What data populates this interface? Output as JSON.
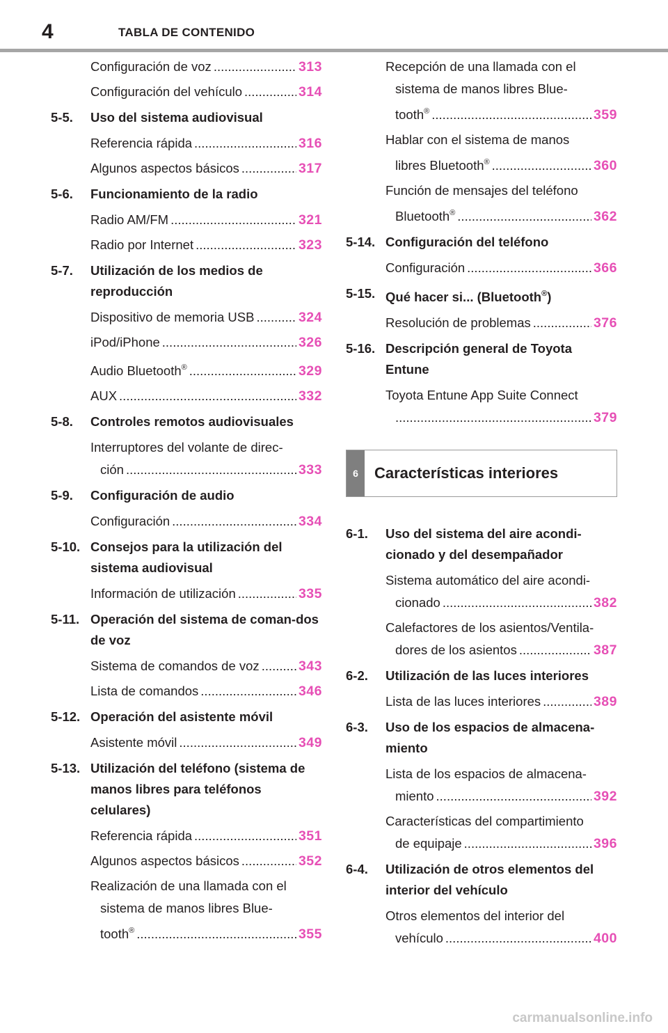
{
  "header": {
    "page_number": "4",
    "title": "TABLA DE CONTENIDO"
  },
  "left": {
    "e1": {
      "text": "Configuración de voz",
      "page": "313"
    },
    "e2": {
      "text": "Configuración del vehículo",
      "page": "314"
    },
    "s55": {
      "num": "5-5.",
      "title": "Uso del sistema audiovisual"
    },
    "e3": {
      "text": "Referencia rápida",
      "page": "316"
    },
    "e4": {
      "text": "Algunos aspectos básicos",
      "page": "317"
    },
    "s56": {
      "num": "5-6.",
      "title": "Funcionamiento de la radio"
    },
    "e5": {
      "text": "Radio AM/FM",
      "page": "321"
    },
    "e6": {
      "text": "Radio por Internet",
      "page": "323"
    },
    "s57": {
      "num": "5-7.",
      "title": "Utilización de los medios de reproducción"
    },
    "e7": {
      "text": "Dispositivo de memoria USB",
      "page": "324"
    },
    "e8": {
      "text": "iPod/iPhone",
      "page": "326"
    },
    "e9": {
      "text": "Audio Bluetooth",
      "sup": "®",
      "page": "329"
    },
    "e10": {
      "text": "AUX",
      "page": "332"
    },
    "s58": {
      "num": "5-8.",
      "title": "Controles remotos audiovisuales"
    },
    "e11": {
      "line1": "Interruptores del volante de direc-",
      "line2": "ción",
      "page": "333"
    },
    "s59": {
      "num": "5-9.",
      "title": "Configuración de audio"
    },
    "e12": {
      "text": "Configuración",
      "page": "334"
    },
    "s510": {
      "num": "5-10.",
      "title": "Consejos para la utilización del sistema audiovisual"
    },
    "e13": {
      "text": "Información de utilización",
      "page": "335"
    },
    "s511": {
      "num": "5-11.",
      "title": "Operación del sistema de coman-dos de voz"
    },
    "e14": {
      "text": "Sistema de comandos de voz",
      "page": "343"
    },
    "e15": {
      "text": "Lista de comandos",
      "page": "346"
    },
    "s512": {
      "num": "5-12.",
      "title": "Operación del asistente móvil"
    },
    "e16": {
      "text": "Asistente móvil",
      "page": "349"
    },
    "s513": {
      "num": "5-13.",
      "title": "Utilización del teléfono (sistema de manos libres para teléfonos celulares)"
    },
    "e17": {
      "text": "Referencia rápida",
      "page": "351"
    },
    "e18": {
      "text": "Algunos aspectos básicos",
      "page": "352"
    },
    "e19": {
      "line1": "Realización de una llamada con el",
      "line1b": "sistema de manos libres Blue-",
      "line2": "tooth",
      "sup": "®",
      "page": "355"
    }
  },
  "right": {
    "e1": {
      "line1": "Recepción de una llamada con el",
      "line1b": "sistema de manos libres Blue-",
      "line2": "tooth",
      "sup": "®",
      "page": "359"
    },
    "e2": {
      "line1": "Hablar con el sistema de manos",
      "line2": "libres Bluetooth",
      "sup": "®",
      "page": "360"
    },
    "e3": {
      "line1": "Función de mensajes del teléfono",
      "line2": "Bluetooth",
      "sup": "®",
      "page": "362"
    },
    "s514": {
      "num": "5-14.",
      "title": "Configuración del teléfono"
    },
    "e4": {
      "text": "Configuración",
      "page": "366"
    },
    "s515": {
      "num": "5-15.",
      "title": "Qué hacer si... (Bluetooth",
      "sup": "®",
      "close": ")"
    },
    "e5": {
      "text": "Resolución de problemas",
      "page": "376"
    },
    "s516": {
      "num": "5-16.",
      "title": "Descripción general de Toyota Entune"
    },
    "e6": {
      "line1": "Toyota Entune App Suite Connect",
      "page": "379"
    },
    "chapter": {
      "num": "6",
      "title": "Características interiores"
    },
    "s61": {
      "num": "6-1.",
      "title": "Uso del sistema del aire acondi-cionado y del desempañador"
    },
    "e7": {
      "line1": "Sistema automático del aire acondi-",
      "line2": "cionado",
      "page": "382"
    },
    "e8": {
      "line1": "Calefactores de los asientos/Ventila-",
      "line2": "dores de los asientos",
      "page": "387"
    },
    "s62": {
      "num": "6-2.",
      "title": "Utilización de las luces interiores"
    },
    "e9": {
      "text": "Lista de las luces interiores",
      "page": "389"
    },
    "s63": {
      "num": "6-3.",
      "title": "Uso de los espacios de almacena-miento"
    },
    "e10": {
      "line1": "Lista de los espacios de almacena-",
      "line2": "miento",
      "page": "392"
    },
    "e11": {
      "line1": "Características del compartimiento",
      "line2": "de equipaje",
      "page": "396"
    },
    "s64": {
      "num": "6-4.",
      "title": "Utilización de otros elementos del interior del vehículo"
    },
    "e12": {
      "line1": "Otros elementos del interior del",
      "line2": "vehículo",
      "page": "400"
    }
  },
  "watermark": "carmanualsonline.info"
}
